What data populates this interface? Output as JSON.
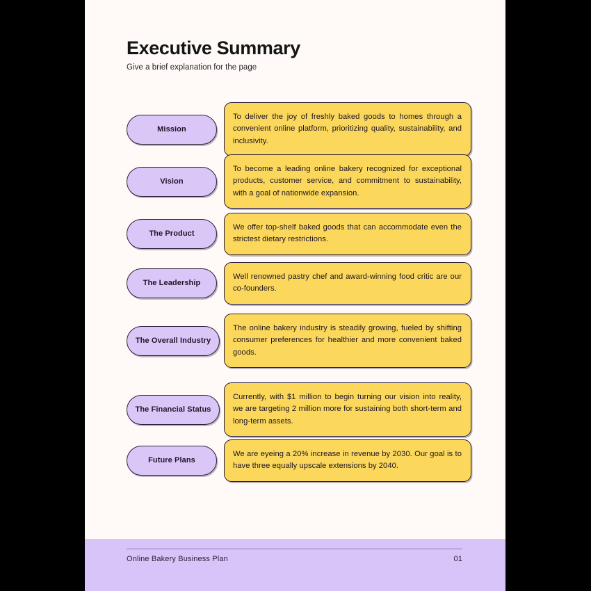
{
  "page": {
    "title": "Executive Summary",
    "subtitle": "Give a brief explanation for the page",
    "background_color": "#FFFAF7",
    "label_pill_color": "#DBC6F8",
    "content_card_color": "#FBD85B",
    "outline_color": "#2B1D3A",
    "footer_band_color": "#D9C4F9"
  },
  "rows": [
    {
      "label": "Mission",
      "text": "To deliver the joy of freshly baked goods to homes through a convenient online platform, prioritizing quality, sustainability, and inclusivity.",
      "lines": 3
    },
    {
      "label": "Vision",
      "text": "To become a leading online bakery recognized for exceptional products, customer service, and commitment to sustainability, with a goal of nationwide expansion.",
      "lines": 3
    },
    {
      "label": "The Product",
      "text": "We offer top-shelf baked goods that can accommodate even the strictest dietary restrictions.",
      "lines": 2
    },
    {
      "label": "The Leadership",
      "text": "Well renowned pastry chef and award-winning food critic are our co-founders.",
      "lines": 2
    },
    {
      "label": "The Overall Industry",
      "text": "The online bakery industry is steadily growing, fueled by shifting consumer preferences for healthier and more convenient baked goods.",
      "lines": 3
    },
    {
      "label": "The Financial Status",
      "text": "Currently, with $1 million to begin turning our vision into reality, we are targeting 2 million more for sustaining both short-term and long-term assets.",
      "lines": 3
    },
    {
      "label": "Future Plans",
      "text": "We are eyeing a 20% increase in revenue by 2030. Our goal is to have three equally upscale extensions by 2040.",
      "lines": 2
    }
  ],
  "footer": {
    "label": "Online Bakery Business Plan",
    "page_number": "01"
  }
}
